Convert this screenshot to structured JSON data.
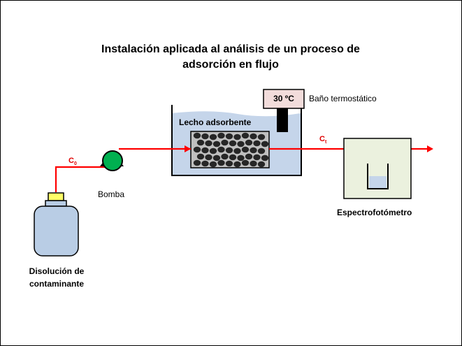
{
  "title": "Instalación aplicada al análisis de un proceso de adsorción en flujo",
  "labels": {
    "thermostat_temp": "30 ºC",
    "thermostat_bath": "Baño termostático",
    "adsorbent_bed": "Lecho adsorbente",
    "pump": "Bomba",
    "spectrophotometer": "Espectrofotómetro",
    "solution_line1": "Disolución de",
    "solution_line2": "contaminante",
    "c0_main": "C",
    "c0_sub": "0",
    "ct_main": "C",
    "ct_sub": "t"
  },
  "colors": {
    "flow": "#ff0000",
    "bath_water": "#c5d5ea",
    "thermostat": "#f2dcdb",
    "spectro_box": "#ebf1de",
    "bottle": "#b9cde5",
    "bottle_cap": "#ffff66",
    "pump": "#00b050",
    "particle": "#262626"
  }
}
